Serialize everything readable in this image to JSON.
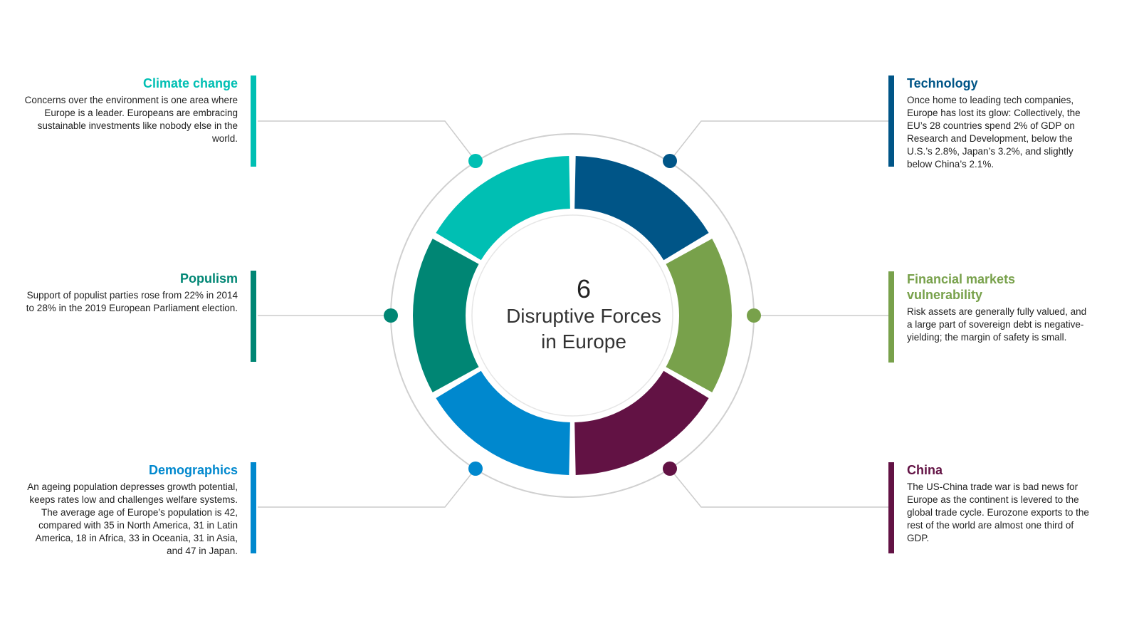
{
  "center": {
    "number": "6",
    "line1": "Disruptive Forces",
    "line2": "in Europe"
  },
  "forces": [
    {
      "key": "climate",
      "title": "Climate change",
      "color": "#00BFB3",
      "text": "Concerns over the environment is one area where Europe is a leader. Europeans are embracing sustainable investments like nobody else in the world."
    },
    {
      "key": "technology",
      "title": "Technology",
      "color": "#005587",
      "text": "Once home to leading tech companies, Europe has lost its glow: Collectively, the EU’s 28 countries spend 2% of GDP on Research and Development, below the U.S.’s 2.8%, Japan’s 3.2%, and slightly below China’s 2.1%."
    },
    {
      "key": "populism",
      "title": "Populism",
      "color": "#008674",
      "text": "Support of populist parties rose from 22% in 2014 to 28% in the 2019 European Parliament election."
    },
    {
      "key": "financial",
      "title": "Financial markets vulnerability",
      "color": "#78A14B",
      "text": "Risk assets are generally fully valued, and a large part of sovereign debt is negative-yielding; the margin of safety is small."
    },
    {
      "key": "demographics",
      "title": "Demographics",
      "color": "#0088CE",
      "text": "An ageing population depresses growth potential, keeps rates low and challenges welfare systems. The average age of Europe’s population is 42, compared with 35 in North America, 31 in Latin America, 18 in Africa, 33 in Oceania, 31 in Asia, and 47 in Japan."
    },
    {
      "key": "china",
      "title": "China",
      "color": "#621244",
      "text": "The US-China trade war is bad news for Europe as the continent is levered to the global trade cycle. Eurozone exports to the rest of the world are almost one third of GDP."
    }
  ]
}
